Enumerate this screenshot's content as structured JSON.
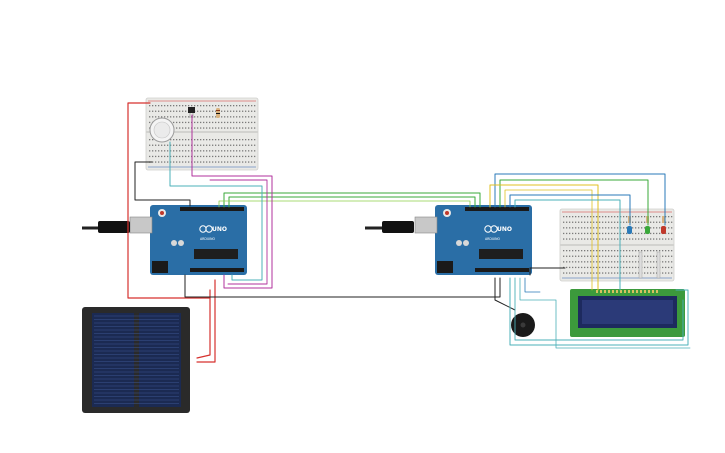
{
  "boards": [
    {
      "logo_text": "UNO",
      "brand_text": "ARDUINO"
    },
    {
      "logo_text": "UNO",
      "brand_text": "ARDUINO"
    }
  ],
  "colors": {
    "arduino_blue": "#2a6ea6",
    "breadboard": "#e9e9e6",
    "solar_panel": "#1b2a52",
    "lcd_pcb": "#3c9a3c",
    "lcd_screen": "#2b3a78",
    "wire_red": "#d6312e",
    "wire_black": "#222222",
    "wire_green": "#3aa83a",
    "wire_magenta": "#b0329c",
    "wire_teal": "#4bb0b8",
    "wire_yellow": "#e0c020",
    "wire_blue": "#2a7ab8"
  },
  "leds": [
    "blue",
    "green",
    "red"
  ]
}
